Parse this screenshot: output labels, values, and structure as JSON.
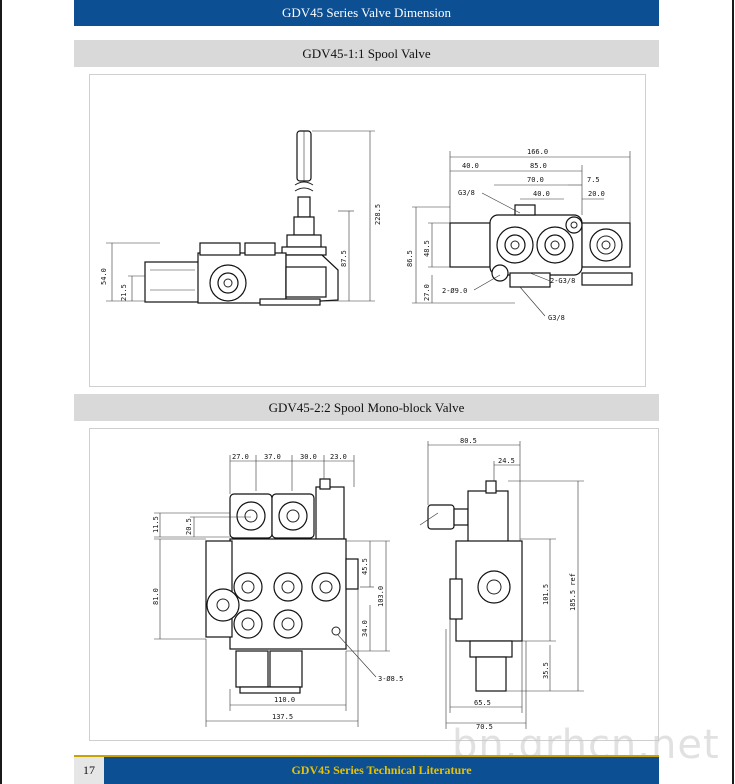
{
  "header": {
    "title": "GDV45 Series Valve Dimension"
  },
  "section1": {
    "title": "GDV45-1:1 Spool Valve",
    "side_dims": {
      "d228": "228.5",
      "d87": "87.5",
      "d54": "54.0",
      "d21": "21.5"
    },
    "front_dims": {
      "d166": "166.0",
      "d40a": "40.0",
      "d85": "85.0",
      "d70": "70.0",
      "d7": "7.5",
      "d40b": "40.0",
      "d20": "20.0",
      "d86": "86.5",
      "d48": "48.5",
      "d27": "27.0"
    },
    "front_labels": {
      "g38a": "G3/8",
      "g38b": "2-G3/8",
      "hole": "2-Ø9.0",
      "g38c": "G3/8"
    }
  },
  "section2": {
    "title": "GDV45-2:2 Spool Mono-block Valve",
    "front_dims": {
      "d27": "27.0",
      "d37": "37.0",
      "d30": "30.0",
      "d23": "23.0",
      "d11": "11.5",
      "d20": "20.5",
      "d81": "81.0",
      "d45": "45.5",
      "d103": "103.0",
      "d34": "34.0",
      "d110": "110.0",
      "d137": "137.5"
    },
    "front_labels": {
      "hole": "3-Ø8.5"
    },
    "side_dims": {
      "d80": "80.5",
      "d24": "24.5",
      "d101": "101.5",
      "d185": "185.5 ref",
      "d35": "35.5",
      "d65": "65.5",
      "d70": "70.5"
    }
  },
  "footer": {
    "page": "17",
    "title": "GDV45 Series Technical Literature"
  },
  "watermark": "bn.grhcn.net"
}
